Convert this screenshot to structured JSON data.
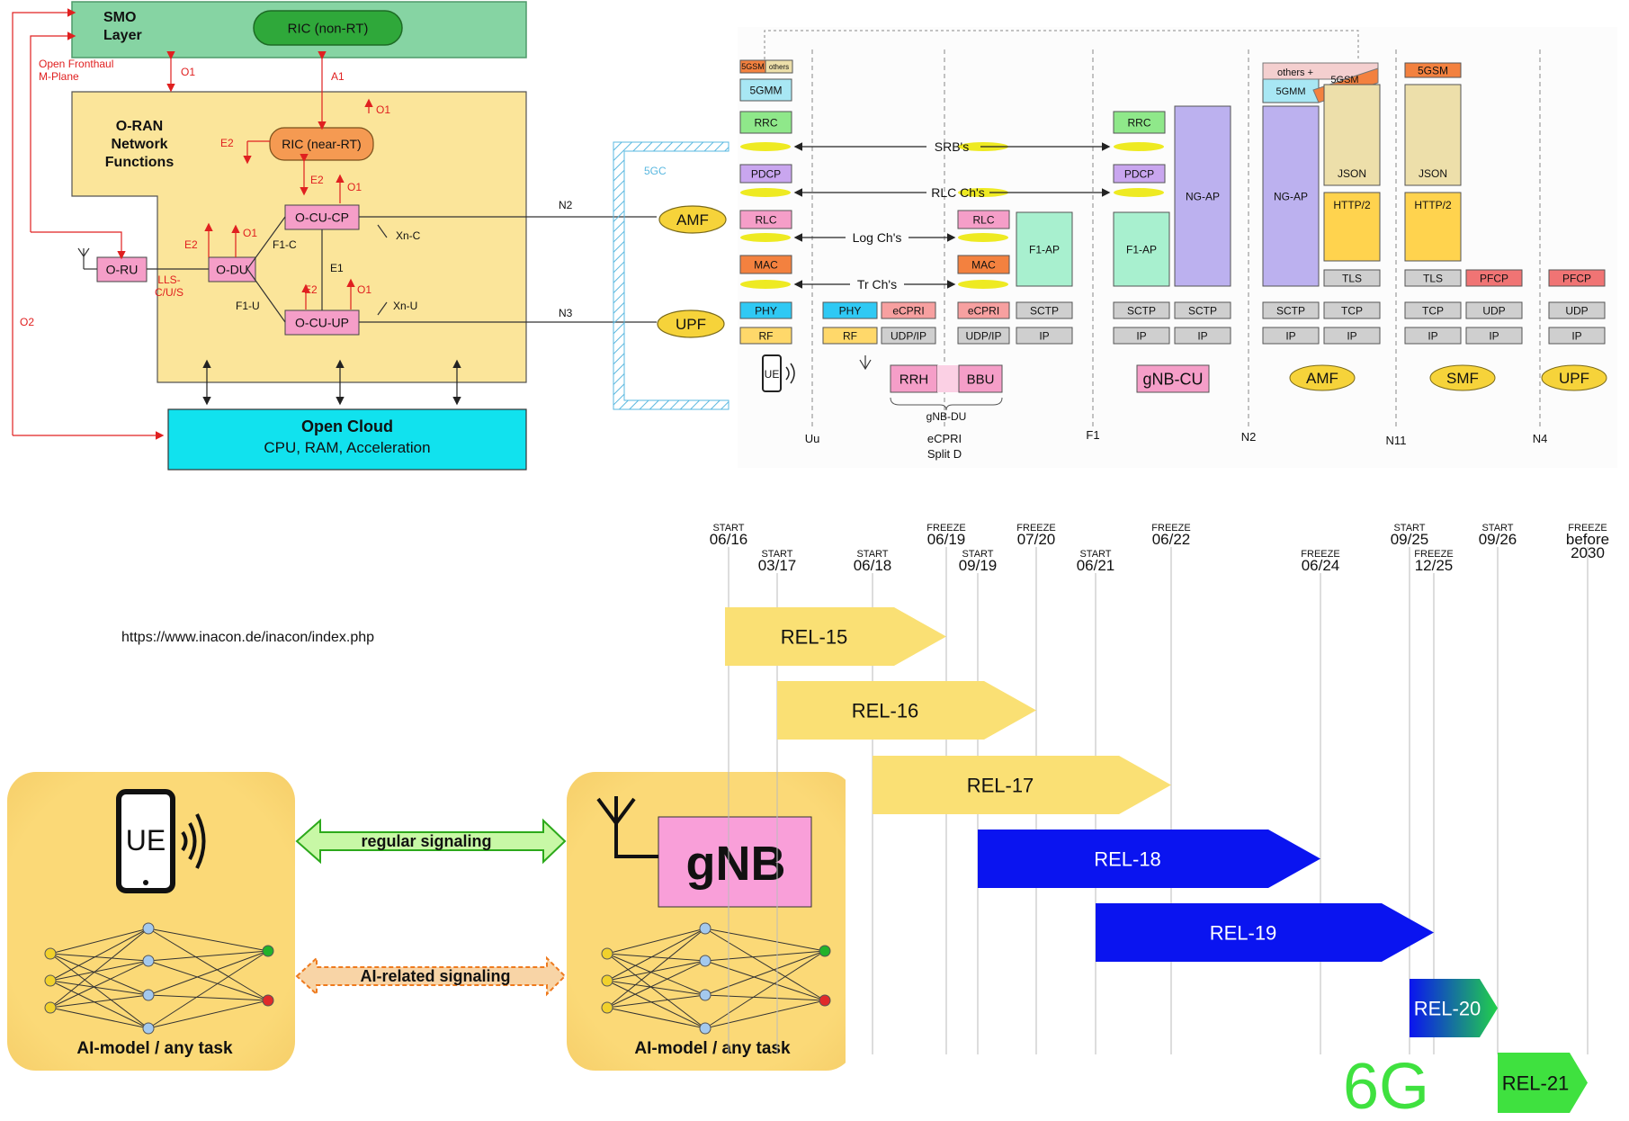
{
  "oran": {
    "smo": "SMO\nLayer",
    "ric_nonrt": "RIC (non-RT)",
    "ric_nearrt": "RIC (near-RT)",
    "nf_title": "O-RAN\nNetwork\nFunctions",
    "ocucp": "O-CU-CP",
    "ocuup": "O-CU-UP",
    "odu": "O-DU",
    "oru": "O-RU",
    "cloud_title": "Open Cloud",
    "cloud_sub": "CPU, RAM, Acceleration",
    "fronthaul": "Open Fronthaul\nM-Plane",
    "o1": "O1",
    "o2": "O2",
    "a1": "A1",
    "e2": "E2",
    "e1": "E1",
    "f1c": "F1-C",
    "f1u": "F1-U",
    "xnc": "Xn-C",
    "xnu": "Xn-U",
    "lls": "LLS-\nC/U/S",
    "n2": "N2",
    "n3": "N3",
    "core": "5GC",
    "amf": "AMF",
    "upf": "UPF"
  },
  "stack": {
    "ue_layers": [
      "RRC",
      "PDCP",
      "RLC",
      "MAC",
      "PHY",
      "RF"
    ],
    "nas_top": "5GSM",
    "nas_others": "others",
    "nas_5gmm": "5GMM",
    "srbs": "SRB's",
    "rlc_chs": "RLC Ch's",
    "log_chs": "Log Ch's",
    "tr_chs": "Tr Ch's",
    "rrh_layers": [
      "PHY",
      "RF"
    ],
    "rrh_eth": [
      "eCPRI",
      "UDP/IP"
    ],
    "bbu_layers": [
      "RLC",
      "MAC",
      "eCPRI",
      "UDP/IP"
    ],
    "f1ap": "F1-AP",
    "sctp": "SCTP",
    "ip": "IP",
    "rrc": "RRC",
    "pdcp": "PDCP",
    "ngap": "NG-AP",
    "tcp": "TCP",
    "udp": "UDP",
    "tls": "TLS",
    "http2": "HTTP/2",
    "json": "JSON",
    "pfcp": "PFCP",
    "amf_others": "others +",
    "ue": "UE",
    "rrh": "RRH",
    "bbu": "BBU",
    "gnbdu": "gNB-DU",
    "gnbcu": "gNB-CU",
    "amf": "AMF",
    "smf": "SMF",
    "upf": "UPF",
    "iface": [
      "Uu",
      "eCPRI\nSplit D",
      "F1",
      "N2",
      "N11",
      "N4"
    ]
  },
  "url": "https://www.inacon.de/inacon/index.php",
  "ai": {
    "ue": "UE",
    "gnb": "gNB",
    "regular": "regular signaling",
    "airel": "AI-related signaling",
    "model": "AI-model / any task"
  },
  "timeline": {
    "six_g": "6G",
    "markers": [
      {
        "kind": "START",
        "date": "06/16"
      },
      {
        "kind": "START",
        "date": "03/17"
      },
      {
        "kind": "START",
        "date": "06/18"
      },
      {
        "kind": "FREEZE",
        "date": "06/19"
      },
      {
        "kind": "START",
        "date": "09/19"
      },
      {
        "kind": "FREEZE",
        "date": "07/20"
      },
      {
        "kind": "START",
        "date": "06/21"
      },
      {
        "kind": "FREEZE",
        "date": "06/22"
      },
      {
        "kind": "FREEZE",
        "date": "06/24"
      },
      {
        "kind": "START",
        "date": "09/25"
      },
      {
        "kind": "FREEZE",
        "date": "12/25"
      },
      {
        "kind": "START",
        "date": "09/26"
      },
      {
        "kind": "FREEZE",
        "date": "before\n2030"
      }
    ],
    "releases": [
      {
        "label": "REL-15",
        "color": "#fae074",
        "text": "#111111",
        "start": "06/16",
        "freeze": "06/19"
      },
      {
        "label": "REL-16",
        "color": "#fae074",
        "text": "#111111",
        "start": "03/17",
        "freeze": "07/20"
      },
      {
        "label": "REL-17",
        "color": "#fae074",
        "text": "#111111",
        "start": "06/18",
        "freeze": "06/22"
      },
      {
        "label": "REL-18",
        "color": "#0a14f0",
        "text": "#ffffff",
        "start": "09/19",
        "freeze": "06/24"
      },
      {
        "label": "REL-19",
        "color": "#0a14f0",
        "text": "#ffffff",
        "start": "06/21",
        "freeze": "12/25"
      },
      {
        "label": "REL-20",
        "color": "gradient",
        "text": "#ffffff",
        "start": "09/25"
      },
      {
        "label": "REL-21",
        "color": "#3fe13f",
        "text": "#111111",
        "start": "09/26",
        "freeze": "before 2030"
      }
    ]
  }
}
